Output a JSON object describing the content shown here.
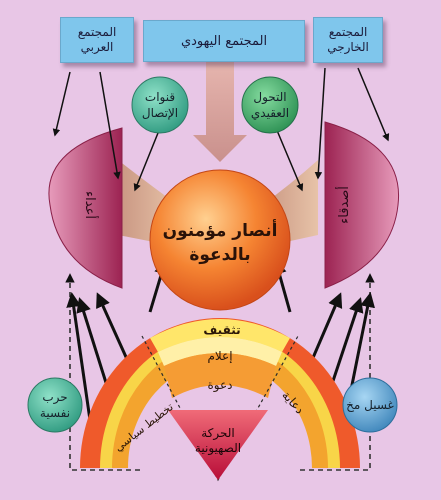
{
  "colors": {
    "background": "#e8c6e6",
    "box": "#7fc6ec",
    "circle_teal": "#46b89c",
    "circle_green": "#3fae6a",
    "circle_blue": "#5aa0d0",
    "center": "#f07a2c",
    "lens": "#b53a6a",
    "dome_outer": "#e8442a",
    "dome_mid": "#f6a02c",
    "dome_inner": "#f9df58",
    "triangle": "#d8194a"
  },
  "boxes": {
    "arab_community": [
      "المجتمع",
      "العربي"
    ],
    "jewish_community": "المجتمع اليهودي",
    "foreign_community": [
      "المجتمع",
      "الخارجي"
    ]
  },
  "circles": {
    "communication_channels": [
      "قنوات",
      "الإتصال"
    ],
    "ideological_conversion": [
      "التحول",
      "العقيدي"
    ],
    "psychological_war": [
      "حرب",
      "نفسية"
    ],
    "brainwashing": "غسيل مخ"
  },
  "center": [
    "أنصار مؤمنون",
    "بالدعوة"
  ],
  "lenses": {
    "left": "أعداء",
    "right": "أصدقاء"
  },
  "dome": {
    "education": "تثقيف",
    "media": "إعلام",
    "call": "دعوة",
    "propaganda": "دعاية",
    "political_planning": "تخطيط سياسي",
    "zionist_movement": [
      "الحركة",
      "الصهيونية"
    ]
  }
}
